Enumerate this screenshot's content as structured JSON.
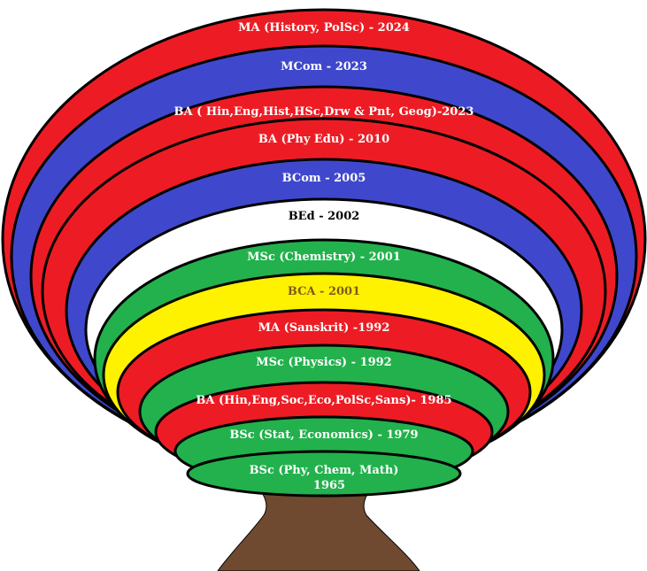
{
  "colors": {
    "red": "#ed1c24",
    "blue": "#3f48cc",
    "white": "#ffffff",
    "green": "#22b14c",
    "yellow": "#fff200",
    "trunk": "#6f4a30",
    "text_light": "#ffffff",
    "text_dark": "#000000",
    "text_bca": "#7f5a1a"
  },
  "rings": [
    {
      "id": "ma-history-polsc",
      "label": "MA (History, PolSc) - 2024",
      "color": "red",
      "text_color": "text_light"
    },
    {
      "id": "mcom",
      "label": "MCom - 2023",
      "color": "blue",
      "text_color": "text_light"
    },
    {
      "id": "ba-hin-eng-hist",
      "label": "BA ( Hin,Eng,Hist,HSc,Drw & Pnt, Geog)-2023",
      "color": "red",
      "text_color": "text_light"
    },
    {
      "id": "ba-phy-edu",
      "label": "BA (Phy Edu) - 2010",
      "color": "red",
      "text_color": "text_light"
    },
    {
      "id": "bcom",
      "label": "BCom - 2005",
      "color": "blue",
      "text_color": "text_light"
    },
    {
      "id": "bed",
      "label": "BEd - 2002",
      "color": "white",
      "text_color": "text_dark"
    },
    {
      "id": "msc-chemistry",
      "label": "MSc (Chemistry) - 2001",
      "color": "green",
      "text_color": "text_light"
    },
    {
      "id": "bca",
      "label": "BCA - 2001",
      "color": "yellow",
      "text_color": "text_bca"
    },
    {
      "id": "ma-sanskrit",
      "label": "MA (Sanskrit) -1992",
      "color": "red",
      "text_color": "text_light"
    },
    {
      "id": "msc-physics",
      "label": "MSc (Physics) - 1992",
      "color": "green",
      "text_color": "text_light"
    },
    {
      "id": "ba-hin-eng-soc",
      "label": "BA (Hin,Eng,Soc,Eco,PolSc,Sans)- 1985",
      "color": "red",
      "text_color": "text_light"
    },
    {
      "id": "bsc-stat-economics",
      "label": "BSc (Stat, Economics) - 1979",
      "color": "green",
      "text_color": "text_light"
    },
    {
      "id": "bsc-phy-chem-math",
      "label": "BSc (Phy, Chem, Math)",
      "label_line2": "1965",
      "color": "green",
      "text_color": "text_light"
    }
  ]
}
